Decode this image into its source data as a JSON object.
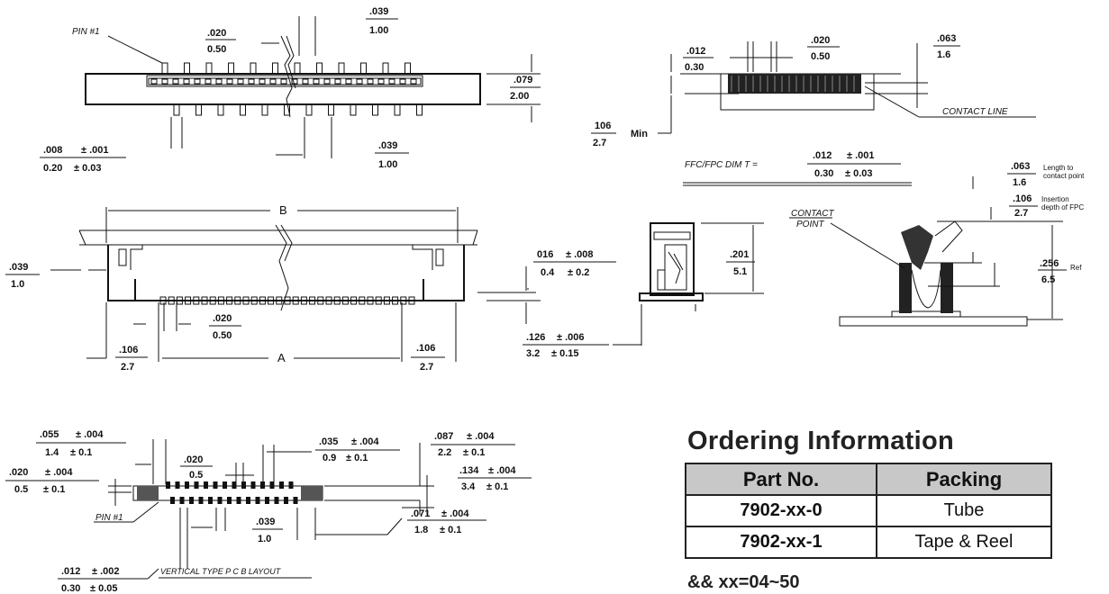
{
  "top_view": {
    "pin_label": "PIN #1",
    "pitch_in": ".020",
    "pitch_mm": "0.50",
    "row_in": ".039",
    "row_mm": "1.00",
    "height_in": ".079",
    "height_mm": "2.00",
    "pin_w_in": ".008",
    "pin_w_tol_in": "± .001",
    "pin_w_mm": "0.20",
    "pin_w_tol_mm": "± 0.03",
    "row2_in": ".039",
    "row2_mm": "1.00"
  },
  "contact_view": {
    "t_in": ".012",
    "t_mm": "0.30",
    "pitch_in": ".020",
    "pitch_mm": "0.50",
    "len_in": ".063",
    "len_mm": "1.6",
    "contact_line": "CONTACT LINE",
    "min_in": "106",
    "min_mm": "2.7",
    "min_label": "Min",
    "ffc_label": "FFC/FPC DIM  T =",
    "ffc_in": ".012",
    "ffc_tol_in": "± .001",
    "ffc_mm": "0.30",
    "ffc_tol_mm": "± 0.03"
  },
  "front_view": {
    "label_b": "B",
    "label_a": "A",
    "side_in": ".039",
    "side_mm": "1.0",
    "pitch_in": ".020",
    "pitch_mm": "0.50",
    "left_in": ".106",
    "left_mm": "2.7",
    "right_in": ".106",
    "right_mm": "2.7"
  },
  "side_view": {
    "s1_in": "016",
    "s1_tol_in": "± .008",
    "s1_mm": "0.4",
    "s1_tol_mm": "± 0.2",
    "h_in": ".201",
    "h_mm": "5.1",
    "b_in": ".126",
    "b_tol_in": "± .006",
    "b_mm": "3.2",
    "b_tol_mm": "± 0.15"
  },
  "section_view": {
    "contact_point_1": "CONTACT",
    "contact_point_2": "POINT",
    "len_in": ".063",
    "len_mm": "1.6",
    "len_note_1": "Length to",
    "len_note_2": "contact point",
    "ins_in": ".106",
    "ins_mm": "2.7",
    "ins_note_1": "Insertion",
    "ins_note_2": "depth of FPC",
    "ref_in": ".256",
    "ref_mm": "6.5",
    "ref_note": "Ref"
  },
  "pcb_view": {
    "a_in": ".055",
    "a_tol_in": "± .004",
    "a_mm": "1.4",
    "a_tol_mm": "± 0.1",
    "b_in": ".020",
    "b_tol_in": "± .004",
    "b_mm": "0.5",
    "b_tol_mm": "± 0.1",
    "pitch_in": ".020",
    "pitch_mm": "0.5",
    "c_in": ".035",
    "c_tol_in": "± .004",
    "c_mm": "0.9",
    "c_tol_mm": "± 0.1",
    "d_in": ".087",
    "d_tol_in": "± .004",
    "d_mm": "2.2",
    "d_tol_mm": "± 0.1",
    "e_in": ".134",
    "e_tol_in": "± .004",
    "e_mm": "3.4",
    "e_tol_mm": "± 0.1",
    "pin_label": "PIN #1",
    "row_in": ".039",
    "row_mm": "1.0",
    "f_in": ".071",
    "f_tol_in": "± .004",
    "f_mm": "1.8",
    "f_tol_mm": "± 0.1",
    "g_in": ".012",
    "g_tol_in": "± .002",
    "g_mm": "0.30",
    "g_tol_mm": "± 0.05",
    "layout_label": "VERTICAL  TYPE  P C B  LAYOUT"
  },
  "ordering": {
    "title": "Ordering Information",
    "headers": [
      "Part No.",
      "Packing"
    ],
    "rows": [
      {
        "part": "7902-xx-0",
        "packing": "Tube"
      },
      {
        "part": "7902-xx-1",
        "packing": "Tape & Reel"
      }
    ],
    "note": "&& xx=04~50"
  }
}
